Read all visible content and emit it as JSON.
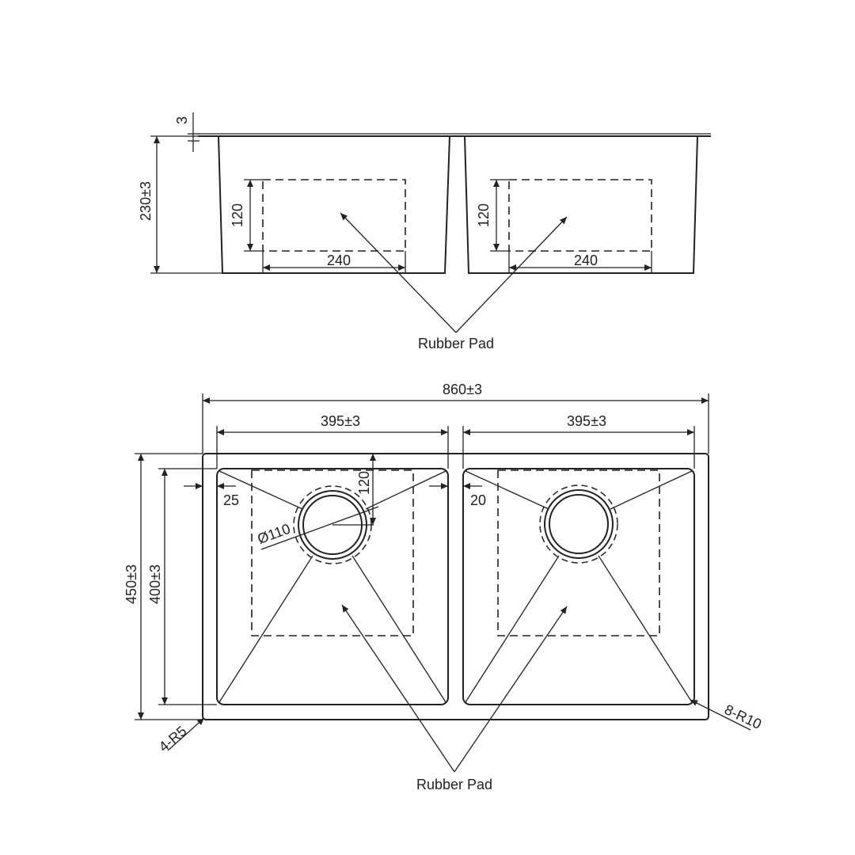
{
  "side_view": {
    "flange_thickness": "3",
    "height": "230±3",
    "pad_left_height": "120",
    "pad_left_width": "240",
    "pad_right_height": "120",
    "pad_right_width": "240",
    "callout": "Rubber Pad"
  },
  "top_view": {
    "overall_width": "860±3",
    "bowl_left_width": "395±3",
    "bowl_right_width": "395±3",
    "overall_depth": "450±3",
    "bowl_depth": "400±3",
    "wall_left": "25",
    "divider": "20",
    "drain_offset": "120",
    "drain_diameter": "Ø110",
    "corner_outer": "4-R5",
    "corner_inner": "8-R10",
    "callout": "Rubber Pad"
  }
}
